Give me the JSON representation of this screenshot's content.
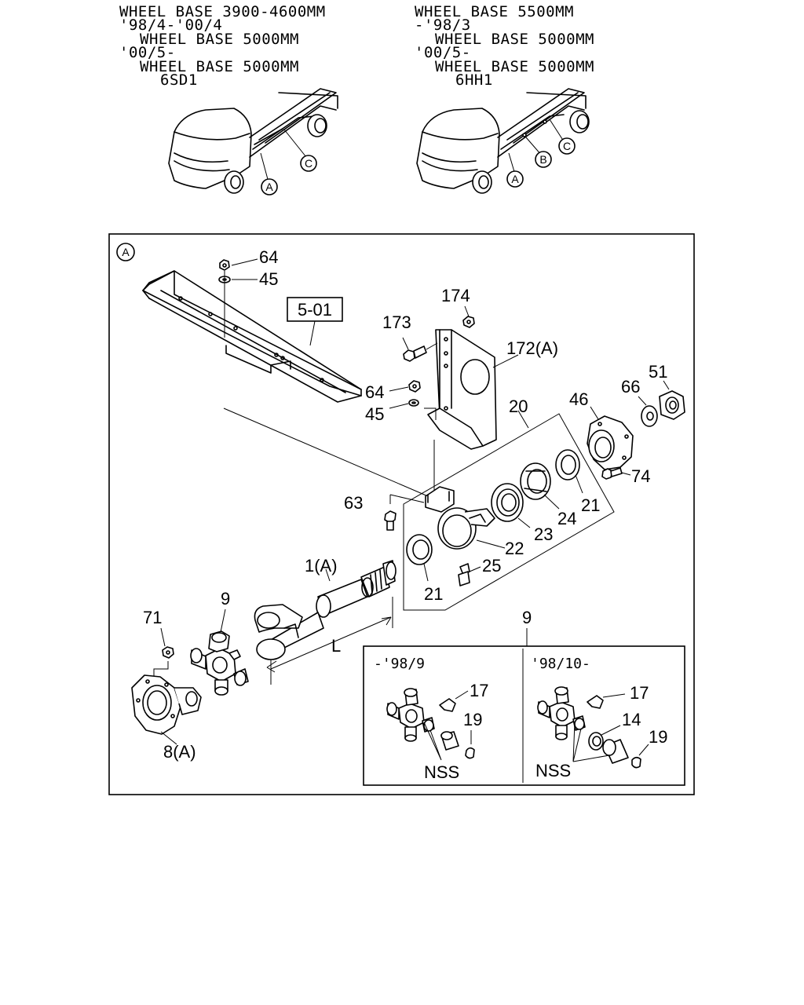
{
  "headers": {
    "left": [
      "WHEEL BASE 3900-4600MM",
      "'98/4-'00/4",
      "WHEEL BASE 5000MM",
      "'00/5-",
      "WHEEL BASE 5000MM",
      "6SD1"
    ],
    "right": [
      "WHEEL BASE 5500MM",
      "-'98/3",
      "WHEEL BASE 5000MM",
      "'00/5-",
      "WHEEL BASE 5000MM",
      "6HH1"
    ]
  },
  "truck_left_callouts": [
    "A",
    "C"
  ],
  "truck_right_callouts": [
    "A",
    "B",
    "C"
  ],
  "section_marker": "A",
  "ref_box": "5-01",
  "parts": {
    "p64a": "64",
    "p45a": "45",
    "p174": "174",
    "p173": "173",
    "p172": "172(A)",
    "p64b": "64",
    "p45b": "45",
    "p20": "20",
    "p46": "46",
    "p66": "66",
    "p51": "51",
    "p74": "74",
    "p21a": "21",
    "p24": "24",
    "p23": "23",
    "p22": "22",
    "p63": "63",
    "p25": "25",
    "p21b": "21",
    "p1": "1(A)",
    "p9": "9",
    "p71": "71",
    "p8": "8(A)",
    "dim_L": "L",
    "p9_inset": "9"
  },
  "inset": {
    "left": {
      "label": "-'98/9",
      "p17": "17",
      "p19": "19",
      "nss": "NSS"
    },
    "right": {
      "label": "'98/10-",
      "p17": "17",
      "p14": "14",
      "p19": "19",
      "nss": "NSS"
    }
  }
}
